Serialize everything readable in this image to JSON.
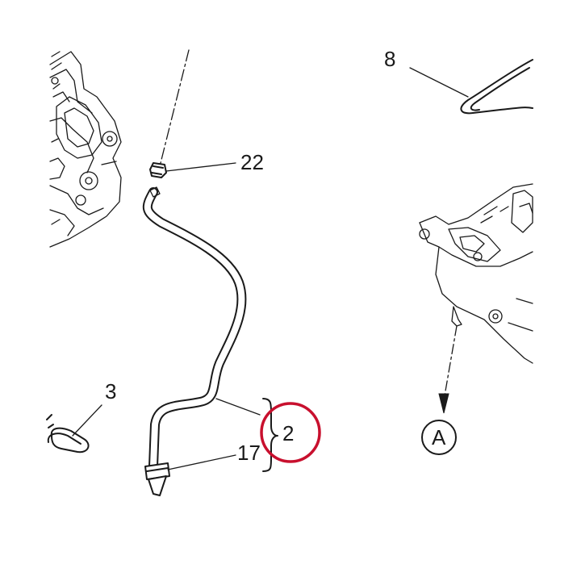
{
  "callouts": {
    "part_8": "8",
    "part_22": "22",
    "part_3": "3",
    "part_2": "2",
    "part_17": "17",
    "view_a": "A"
  },
  "colors": {
    "ink": "#1a1a1a",
    "highlight_circle": "#c8102e",
    "background": "#ffffff"
  }
}
